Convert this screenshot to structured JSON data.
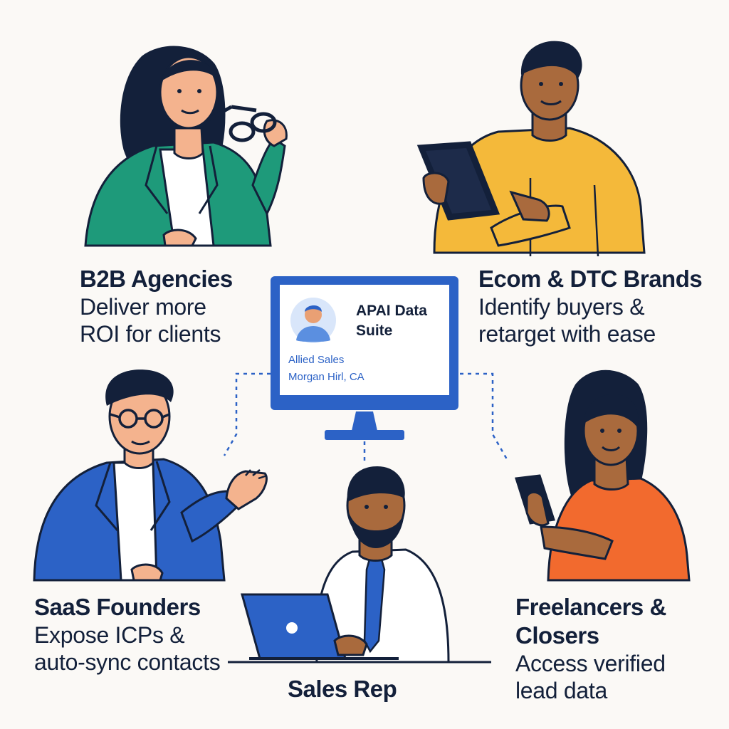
{
  "personas": {
    "b2b": {
      "title": "B2B Agencies",
      "desc_line1": "Deliver more",
      "desc_line2": "ROI for clients"
    },
    "ecom": {
      "title": "Ecom & DTC Brands",
      "desc_line1": "Identify buyers &",
      "desc_line2": "retarget with ease"
    },
    "saas": {
      "title": "SaaS Founders",
      "desc_line1": "Expose ICPs &",
      "desc_line2": "auto-sync contacts"
    },
    "freelancers": {
      "title_line1": "Freelancers &",
      "title_line2": "Closers",
      "desc_line1": "Access verified",
      "desc_line2": "lead data"
    },
    "center": {
      "title": "Sales Rep"
    }
  },
  "monitor": {
    "brand_line1": "APAI Data",
    "brand_line2": "Suite",
    "company_line1": "Allied Sales",
    "company_line2": "Morgan Hirl, CA"
  },
  "colors": {
    "background": "#fbf9f6",
    "navy": "#13203a",
    "monitor_blue": "#2c62c6",
    "green_jacket": "#1e9a7a",
    "yellow_shirt": "#f4b93a",
    "blue_jacket": "#2c62c6",
    "orange_shirt": "#f26a2e"
  }
}
